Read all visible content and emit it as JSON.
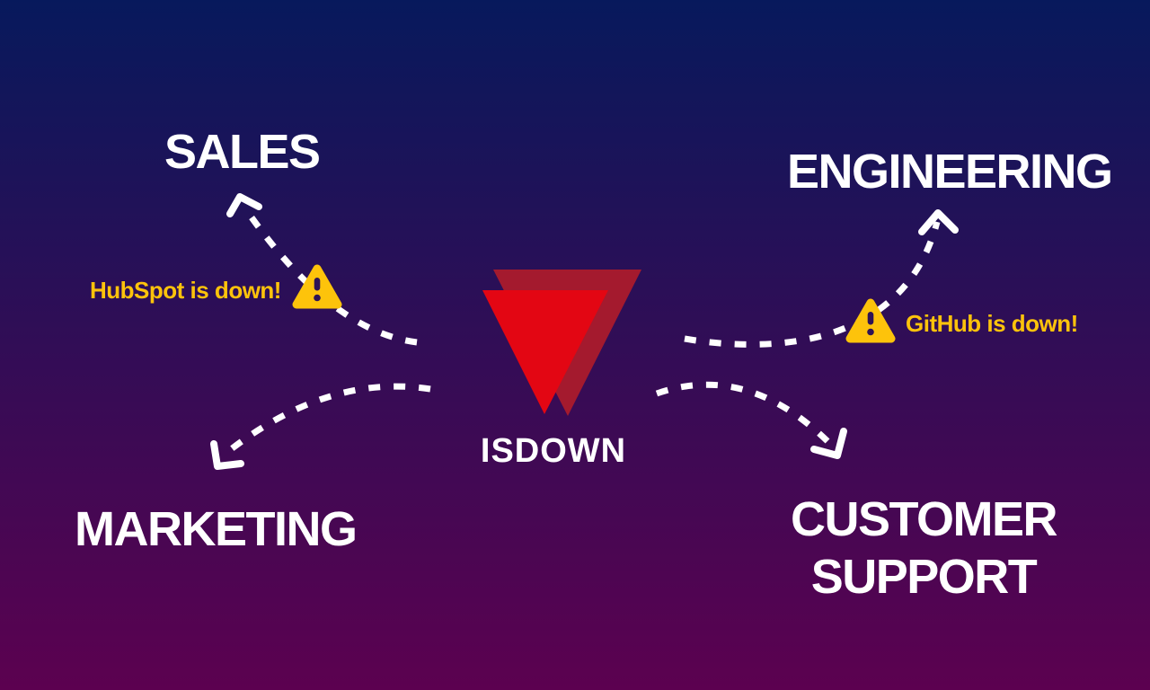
{
  "logo": {
    "word": "ISDOWN"
  },
  "departments": {
    "sales": "SALES",
    "engineering": "ENGINEERING",
    "marketing": "MARKETING",
    "customer_support": "CUSTOMER SUPPORT"
  },
  "alerts": {
    "hubspot": "HubSpot is down!",
    "github": "GitHub is down!"
  },
  "icons": {
    "warning": "triangle-exclamation-warning-icon",
    "logo_mark": "isdown-double-triangle-icon"
  },
  "colors": {
    "background_top": "#07195c",
    "background_bottom": "#5c0150",
    "logo_red": "#e30613",
    "logo_dark_red": "#a41a2e",
    "alert_yellow": "#fdc30b",
    "exclamation_dark": "#2e1356",
    "text_white": "#ffffff"
  }
}
